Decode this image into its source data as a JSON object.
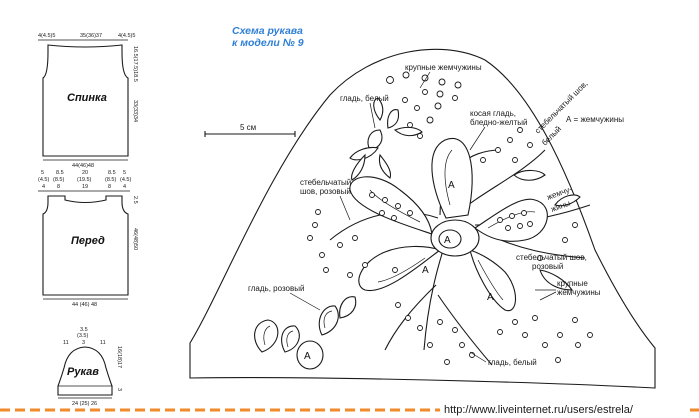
{
  "title": {
    "line1": "Схема рукава",
    "line2": "к модели № 9"
  },
  "scale_label": "5 см",
  "legend": "А = жемчужины",
  "labels": {
    "pearls_large_top": "крупные жемчужины",
    "satin_white_top": "гладь, белый",
    "satin_slant": "косая гладь,",
    "satin_slant2": "бледно-желтый",
    "stem_pink_left1": "стебельчатый",
    "stem_pink_left2": "шов, розовый",
    "stem_white1": "стебельчатый шов,",
    "stem_white2": "белый",
    "pearls_right1": "жемчу-",
    "pearls_right2": "жины",
    "stem_pink_right1": "стебельчатый шов,",
    "stem_pink_right2": "розовый",
    "pearls_large_right1": "крупные",
    "pearls_large_right2": "жемчужины",
    "satin_pink": "гладь, розовый",
    "satin_white_bottom": "гладь, белый"
  },
  "petal_letter": "A",
  "pieces": {
    "back": {
      "name": "Спинка",
      "top": [
        "4(4.5)5",
        "35(36)37",
        "4(4.5)5"
      ],
      "side": "16.5(17.5)18.5",
      "side2": "33(33)34",
      "bottom": "44(46)48"
    },
    "front": {
      "name": "Перед",
      "row1": [
        "5",
        "8.5",
        "20",
        "8.5",
        "5"
      ],
      "row2": [
        "(4.5)",
        "(8.5)",
        "(19.5)",
        "(8.5)",
        "(4.5)"
      ],
      "row3": [
        "4",
        "8",
        "19",
        "8",
        "4"
      ],
      "side_top": "2.5",
      "side": "46(48)50",
      "bottom": "44 (46) 48"
    },
    "sleeve": {
      "name": "Рукав",
      "top1": "3.5",
      "top2": "(3.5)",
      "top3": [
        "11",
        "3",
        "11"
      ],
      "side": "16(18)17",
      "side2": "3",
      "bottom": "24 (25) 26"
    }
  },
  "watermark": "http://www.liveinternet.ru/users/estrela/"
}
